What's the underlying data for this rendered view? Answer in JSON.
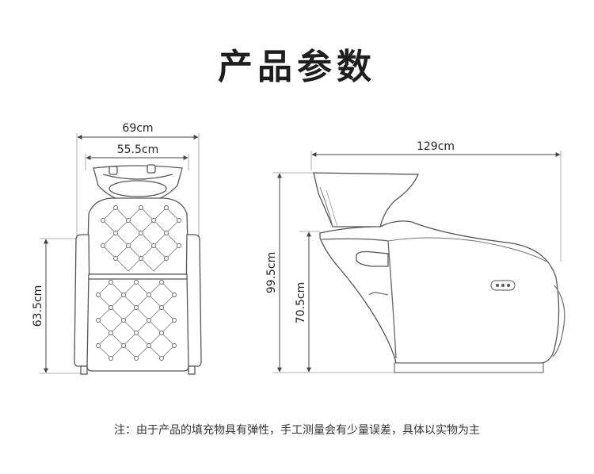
{
  "title": "产品参数",
  "front_view": {
    "width_outer": "69cm",
    "width_inner": "55.5cm",
    "seat_height": "63.5cm"
  },
  "side_view": {
    "length": "129cm",
    "total_height": "99.5cm",
    "base_height": "70.5cm"
  },
  "note": "注：由于产品的填充物具有弹性，手工测量会有少量误差，具体以实物为主",
  "colors": {
    "line": "#444444",
    "text": "#222222"
  }
}
